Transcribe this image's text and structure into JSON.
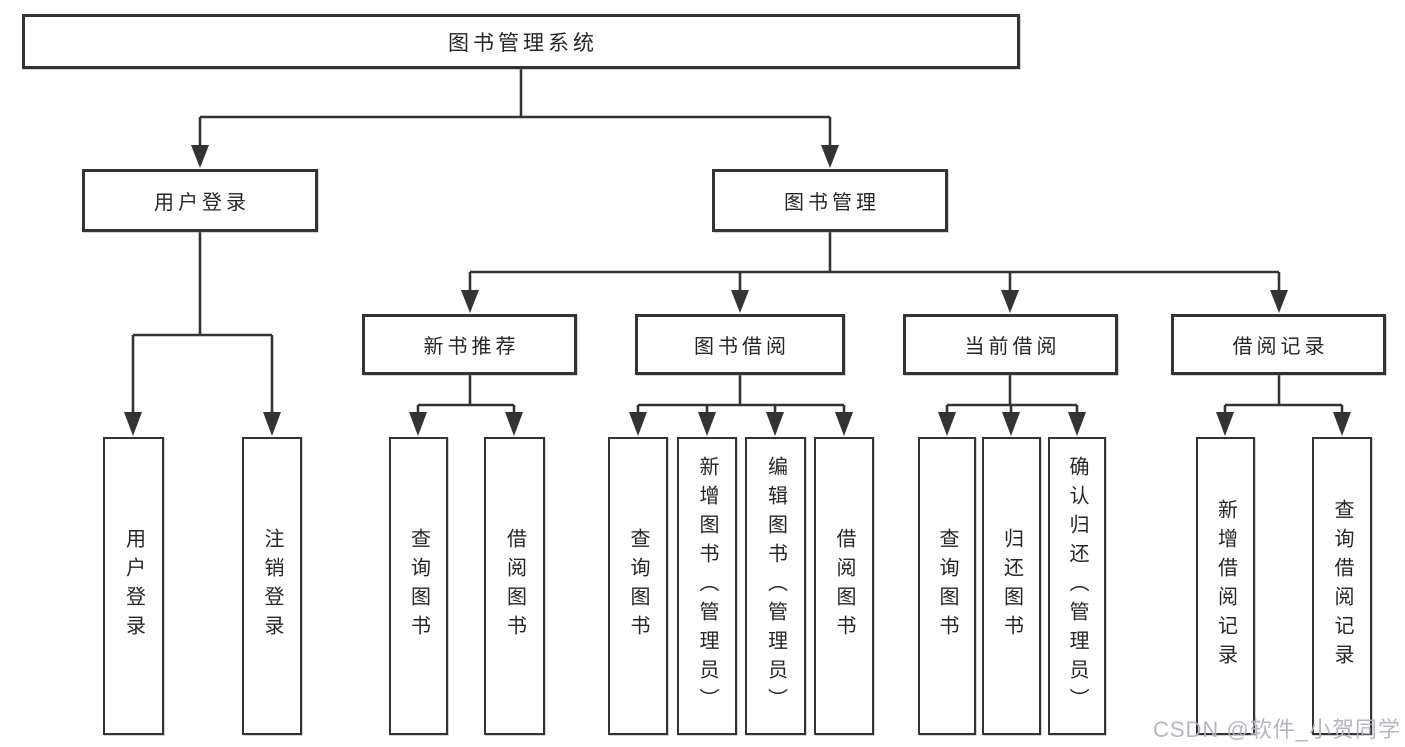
{
  "tree": {
    "label": "图书管理系统",
    "children": [
      {
        "label": "用户登录",
        "children": [
          {
            "label": "用户登录"
          },
          {
            "label": "注销登录"
          }
        ]
      },
      {
        "label": "图书管理",
        "children": [
          {
            "label": "新书推荐",
            "children": [
              {
                "label": "查询图书"
              },
              {
                "label": "借阅图书"
              }
            ]
          },
          {
            "label": "图书借阅",
            "children": [
              {
                "label": "查询图书"
              },
              {
                "label": "新增图书（管理员）"
              },
              {
                "label": "编辑图书（管理员）"
              },
              {
                "label": "借阅图书"
              }
            ]
          },
          {
            "label": "当前借阅",
            "children": [
              {
                "label": "查询图书"
              },
              {
                "label": "归还图书"
              },
              {
                "label": "确认归还（管理员）"
              }
            ]
          },
          {
            "label": "借阅记录",
            "children": [
              {
                "label": "新增借阅记录"
              },
              {
                "label": "查询借阅记录"
              }
            ]
          }
        ]
      }
    ]
  },
  "watermark": {
    "text": "CSDN @软件_小贺同学"
  },
  "colors": {
    "line": "#333333",
    "box_border": "#333333",
    "text": "#262626",
    "watermark": "#b2b2bb",
    "background": "#ffffff"
  }
}
